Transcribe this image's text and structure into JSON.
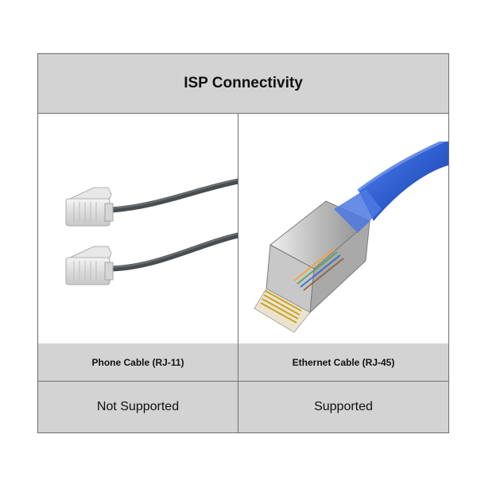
{
  "table": {
    "title": "ISP Connectivity",
    "columns": [
      {
        "image": "phone-cable-rj11-photo",
        "label": "Phone Cable (RJ-11)",
        "status": "Not Supported"
      },
      {
        "image": "ethernet-cable-rj45-photo",
        "label": "Ethernet Cable (RJ-45)",
        "status": "Supported"
      }
    ]
  },
  "colors": {
    "header_bg": "#d3d3d3",
    "border": "#6e6e6e",
    "ethernet_cable": "#2f5fd0"
  }
}
